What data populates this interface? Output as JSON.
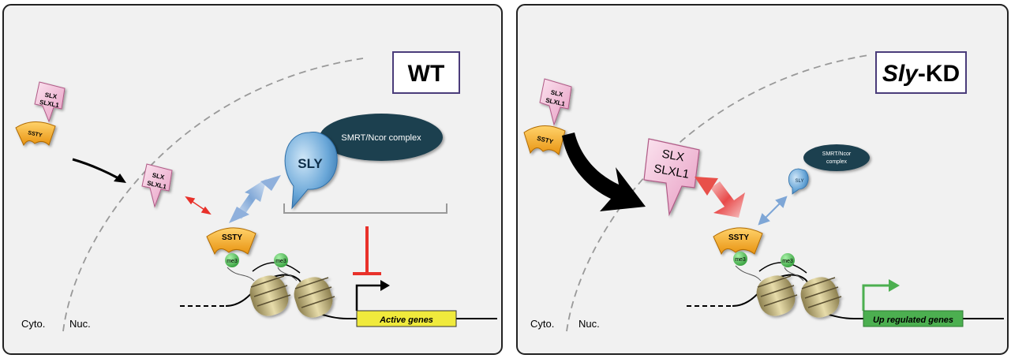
{
  "wt": {
    "title": "WT",
    "cyto_label": "Cyto.",
    "nuc_label": "Nuc.",
    "slx_line1": "SLX",
    "slx_line2": "SLXL1",
    "ssty_label": "SSTY",
    "sly_label": "SLY",
    "smrt_label": "SMRT/Ncor complex",
    "me3_label": "me3",
    "gene_label": "Active genes"
  },
  "kd": {
    "title_italic": "Sly",
    "title_rest": "-KD",
    "cyto_label": "Cyto.",
    "nuc_label": "Nuc.",
    "slx_line1": "SLX",
    "slx_line2": "SLXL1",
    "ssty_label": "SSTY",
    "sly_label": "SLY",
    "smrt_line1": "SMRT/Ncor",
    "smrt_line2": "complex",
    "me3_label": "me3",
    "gene_label": "Up regulated genes"
  },
  "colors": {
    "slx_pink": "#f2bfd8",
    "ssty_orange": "#f5a623",
    "sly_blue": "#4a90c8",
    "smrt_dark": "#1f3f4f",
    "inhibit_red": "#e8312a",
    "active_yellow": "#f0ea3c",
    "upreg_green": "#4caf50",
    "nucleosome_tan": "#c8b97a",
    "me3_green": "#3dbb4a"
  }
}
